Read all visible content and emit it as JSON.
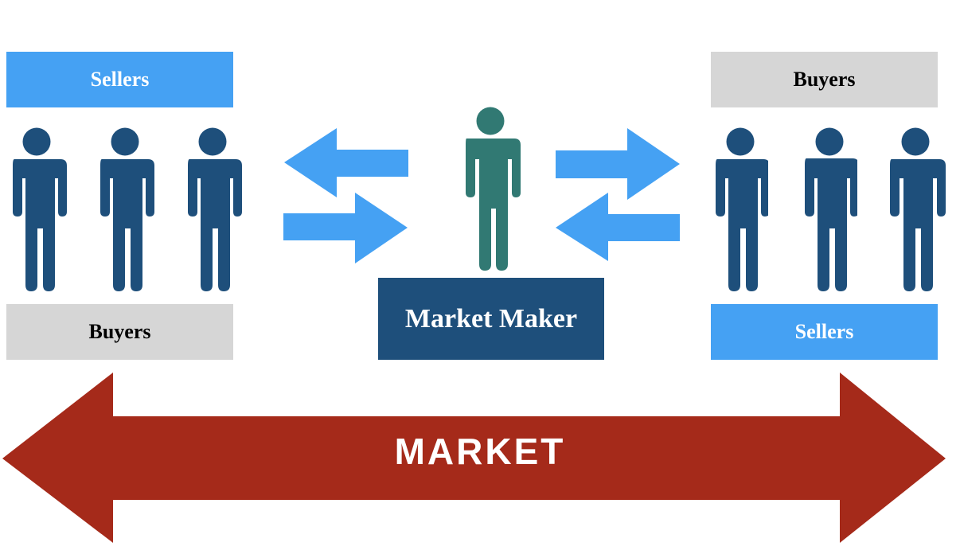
{
  "colors": {
    "light_blue": "#45a1f3",
    "gray": "#d6d6d6",
    "navy": "#1e4f7b",
    "teal": "#317973",
    "person_blue": "#1e4f7b",
    "market_red": "#a52a1a"
  },
  "left_group": {
    "top_label": "Sellers",
    "bottom_label": "Buyers",
    "people_count": 3
  },
  "right_group": {
    "top_label": "Buyers",
    "bottom_label": "Sellers",
    "people_count": 3
  },
  "center": {
    "label": "Market Maker",
    "icon": "person-icon"
  },
  "arrows": {
    "left_top": "arrow-left",
    "left_bottom": "arrow-right",
    "right_top": "arrow-right",
    "right_bottom": "arrow-left"
  },
  "market": {
    "label": "MARKET",
    "icon": "double-arrow"
  }
}
